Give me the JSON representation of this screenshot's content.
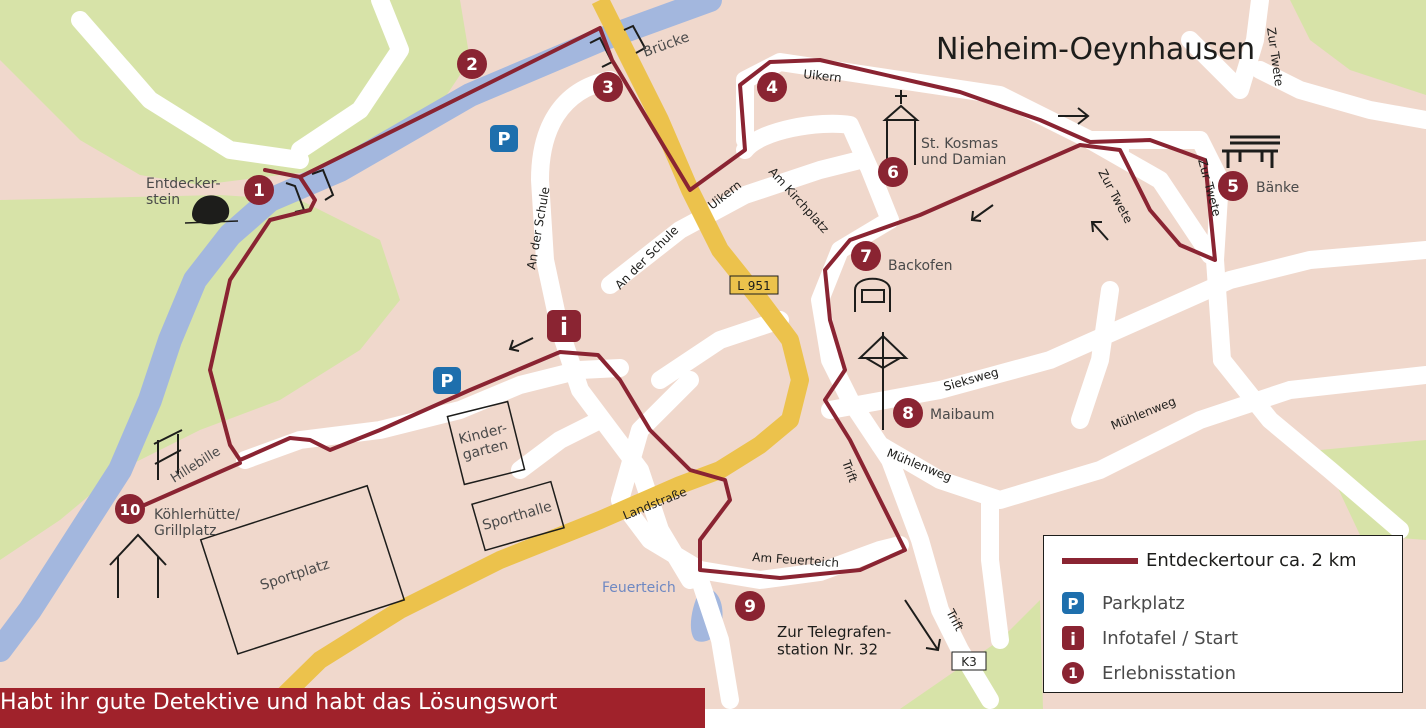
{
  "title": "Nieheim-Oeynhausen",
  "colors": {
    "background": "#f0d8cc",
    "green": "#d7e3a8",
    "road": "#ffffff",
    "main_road": "#ecc24c",
    "water": "#a3b7de",
    "route": "#8a2432",
    "parking": "#1e6fad"
  },
  "stations": [
    {
      "num": "1",
      "label": "Entdecker-\nstein"
    },
    {
      "num": "2",
      "label": ""
    },
    {
      "num": "3",
      "label": ""
    },
    {
      "num": "4",
      "label": ""
    },
    {
      "num": "5",
      "label": "Bänke"
    },
    {
      "num": "6",
      "label": "St. Kosmas\nund Damian"
    },
    {
      "num": "7",
      "label": "Backofen"
    },
    {
      "num": "8",
      "label": "Maibaum"
    },
    {
      "num": "9",
      "label": "Feuerteich"
    },
    {
      "num": "10",
      "label": "Köhlerhütte/\nGrillplatz"
    }
  ],
  "info_marker": "i",
  "parking_marker": "P",
  "streets": {
    "bruecke": "Brücke",
    "uikern_top": "Uikern",
    "uikern_mid": "Uikern",
    "an_der_schule_v": "An der Schule",
    "an_der_schule_d": "An der Schule",
    "am_kirchplatz": "Am Kirchplatz",
    "zur_twete_1": "Zur Twete",
    "zur_twete_2": "Zur Twete",
    "zur_twete_3": "Zur Twete",
    "sieksweg": "Sieksweg",
    "muehlenweg_1": "Mühlenweg",
    "muehlenweg_2": "Mühlenweg",
    "trift_1": "Trift",
    "trift_2": "Trift",
    "landstrasse": "Landstraße",
    "am_feuerteich": "Am Feuerteich",
    "hillebille": "Hillebille"
  },
  "road_signs": {
    "l951": "L 951",
    "k3": "K3"
  },
  "places": {
    "kindergarten": "Kinder-\ngarten",
    "sporthalle": "Sporthalle",
    "sportplatz": "Sportplatz",
    "telegraf": "Zur Telegrafen-\nstation Nr. 32"
  },
  "legend": {
    "route": "Entdeckertour ca. 2 km",
    "parking": "Parkplatz",
    "info": "Infotafel / Start",
    "station": "Erlebnisstation"
  },
  "banner": "Habt ihr gute Detektive und habt das Lösungswort"
}
